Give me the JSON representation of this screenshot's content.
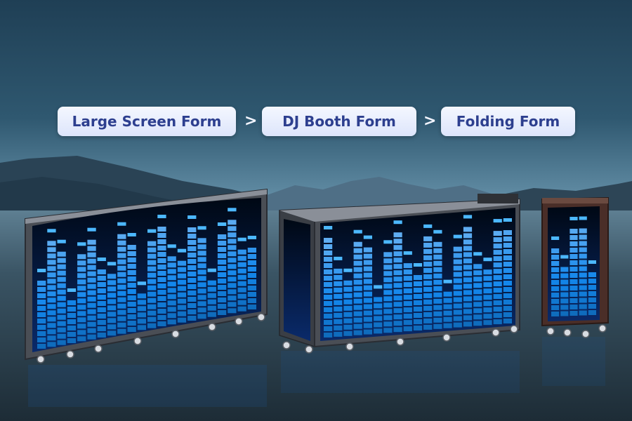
{
  "steps": [
    {
      "label": "Large Screen Form"
    },
    {
      "label": "DJ Booth Form"
    },
    {
      "label": "Folding Form"
    }
  ],
  "separator": ">",
  "icons": [
    "chevron-right-icon"
  ],
  "colors": {
    "sky_top": "#1f3f55",
    "horizon": "#7ea3b6",
    "water": "#22333f",
    "pill_bg": "#e6ecfd",
    "pill_text": "#2d3f8f",
    "equalizer_blue": "#1e8fe0",
    "frame_gray": "#4a4e55"
  }
}
